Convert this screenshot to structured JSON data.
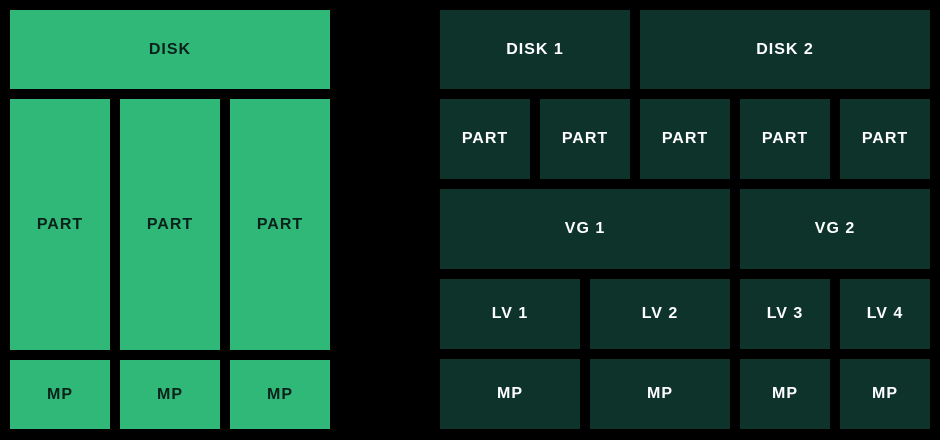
{
  "background_color": "#000000",
  "left_diagram": {
    "block_color": "#2FB877",
    "text_color": "#0A211B",
    "disk_label": "DISK",
    "partition_labels": [
      "PART",
      "PART",
      "PART"
    ],
    "mount_labels": [
      "MP",
      "MP",
      "MP"
    ]
  },
  "right_diagram": {
    "block_color": "#0D332B",
    "text_color": "#FFFFFF",
    "disk_labels": [
      "DISK 1",
      "DISK 2"
    ],
    "partition_labels": [
      "PART",
      "PART",
      "PART",
      "PART",
      "PART"
    ],
    "volume_group_labels": [
      "VG 1",
      "VG 2"
    ],
    "logical_volume_labels": [
      "LV 1",
      "LV 2",
      "LV 3",
      "LV 4"
    ],
    "mount_labels": [
      "MP",
      "MP",
      "MP",
      "MP"
    ]
  }
}
